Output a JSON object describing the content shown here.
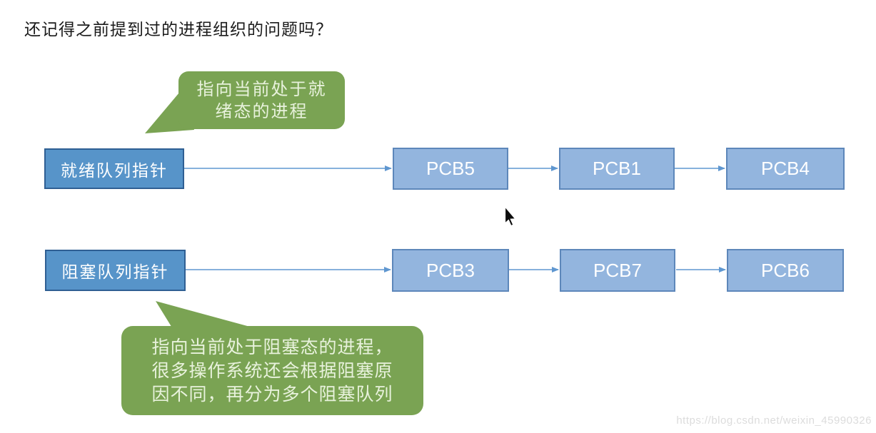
{
  "title": "还记得之前提到过的进程组织的问题吗？",
  "callouts": {
    "ready": "指向当前处于就\n绪态的进程",
    "blocked": "指向当前处于阻塞态的进程，\n很多操作系统还会根据阻塞原\n因不同，再分为多个阻塞队列"
  },
  "queues": [
    {
      "pointer": "就绪队列指针",
      "nodes": [
        "PCB5",
        "PCB1",
        "PCB4"
      ]
    },
    {
      "pointer": "阻塞队列指针",
      "nodes": [
        "PCB3",
        "PCB7",
        "PCB6"
      ]
    }
  ],
  "watermark": "https://blog.csdn.net/weixin_45990326",
  "icons": [
    "mouse-cursor-arrow-icon"
  ],
  "colors": {
    "pointer_box_fill": "#5794c9",
    "pointer_box_border": "#2f5f93",
    "pcb_box_fill": "#93b5de",
    "pcb_box_border": "#5d87ba",
    "connector": "#5f97d0",
    "callout_fill": "#7aa353",
    "callout_text": "#e8f2dc",
    "title_text": "#1b1b1b",
    "watermark_text": "#dcdcdc"
  }
}
